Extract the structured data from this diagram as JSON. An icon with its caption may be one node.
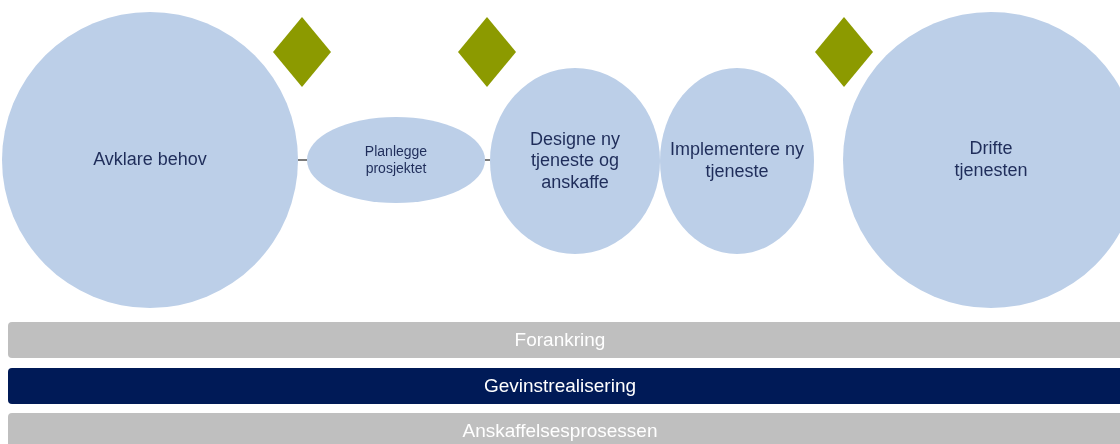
{
  "diagram": {
    "nodes": [
      {
        "text": [
          "Avklare behov"
        ]
      },
      {
        "text": [
          "Planlegge prosjektet"
        ]
      },
      {
        "text": [
          "Designe ny tjeneste og anskaffe"
        ]
      },
      {
        "text": [
          "Implementere ny tjeneste"
        ]
      },
      {
        "text": [
          "Drifte tjenesten"
        ]
      },
      {
        "text": [],
        "shape": "diamond"
      },
      {
        "text": [],
        "shape": "diamond"
      },
      {
        "text": [],
        "shape": "diamond"
      },
      {
        "text": [
          "Forankring"
        ]
      },
      {
        "text": [
          "Gevinstrealisering"
        ]
      },
      {
        "text": [
          "Anskaffelsesprosessen"
        ]
      }
    ],
    "edges": [
      {
        "from": 0,
        "to": 1,
        "arrow": "none"
      },
      {
        "from": 1,
        "to": 2,
        "arrow": "none"
      }
    ]
  }
}
